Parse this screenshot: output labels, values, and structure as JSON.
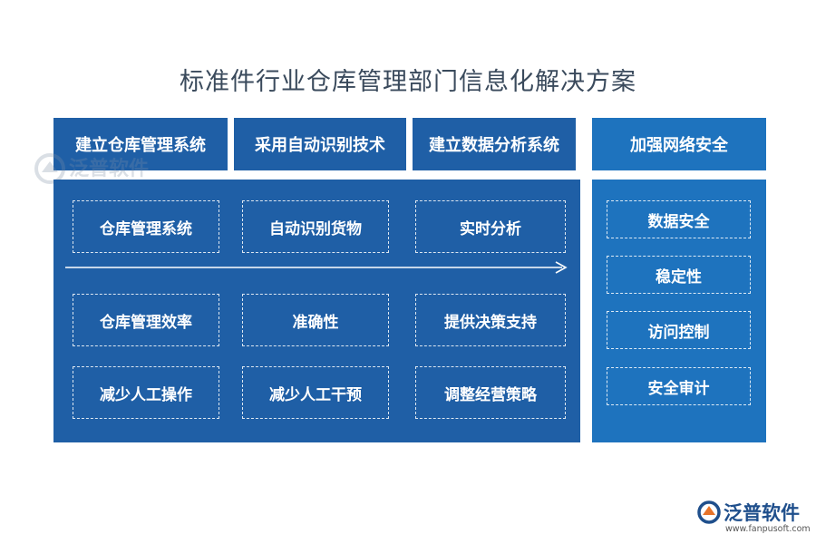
{
  "title": "标准件行业仓库管理部门信息化解决方案",
  "headers": [
    "建立仓库管理系统",
    "采用自动识别技术",
    "建立数据分析系统",
    "加强网络安全"
  ],
  "main_grid": {
    "top_row": [
      "仓库管理系统",
      "自动识别货物",
      "实时分析"
    ],
    "middle_row": [
      "仓库管理效率",
      "准确性",
      "提供决策支持"
    ],
    "bottom_row": [
      "减少人工操作",
      "减少人工干预",
      "调整经营策略"
    ]
  },
  "security_items": [
    "数据安全",
    "稳定性",
    "访问控制",
    "安全审计"
  ],
  "watermark": {
    "text": "泛普软件"
  },
  "logo": {
    "name": "泛普软件",
    "url": "www.fanpusoft.com"
  },
  "colors": {
    "dark_blue": "#1f5fa6",
    "light_blue": "#1e73be",
    "title": "#3a4a5c"
  }
}
